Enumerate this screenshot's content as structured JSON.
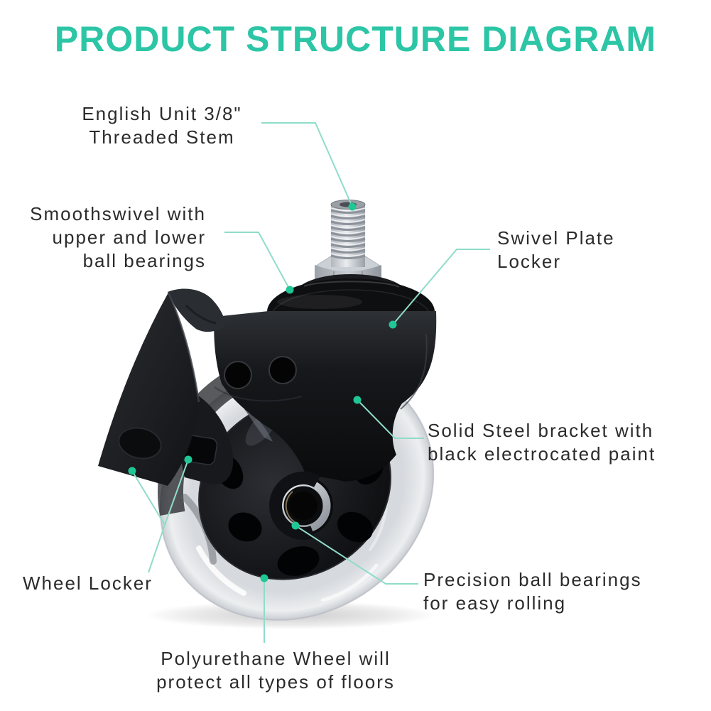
{
  "title": {
    "text": "PRODUCT STRUCTURE DIAGRAM"
  },
  "colors": {
    "accent_teal": "#2cc5a5",
    "leader_line": "#8fdcc9",
    "callout_dot": "#1ec795",
    "label_text": "#2b2b2b",
    "background": "#ffffff"
  },
  "subject": {
    "name": "swivel caster wheel with brake"
  },
  "callouts": [
    {
      "id": "threaded-stem",
      "lines": [
        "English Unit 3/8\"",
        "Threaded Stem"
      ]
    },
    {
      "id": "smooth-swivel",
      "lines": [
        "Smoothswivel with",
        "upper and lower",
        "ball bearings"
      ]
    },
    {
      "id": "swivel-plate-locker",
      "lines": [
        "Swivel Plate",
        "Locker"
      ]
    },
    {
      "id": "solid-steel-bracket",
      "lines": [
        "Solid Steel bracket with",
        "black electrocated paint"
      ]
    },
    {
      "id": "wheel-locker",
      "lines": [
        "Wheel Locker"
      ]
    },
    {
      "id": "precision-bearings",
      "lines": [
        "Precision ball bearings",
        "for easy rolling"
      ]
    },
    {
      "id": "polyurethane-wheel",
      "lines": [
        "Polyurethane Wheel will",
        "protect all types of floors"
      ]
    }
  ]
}
